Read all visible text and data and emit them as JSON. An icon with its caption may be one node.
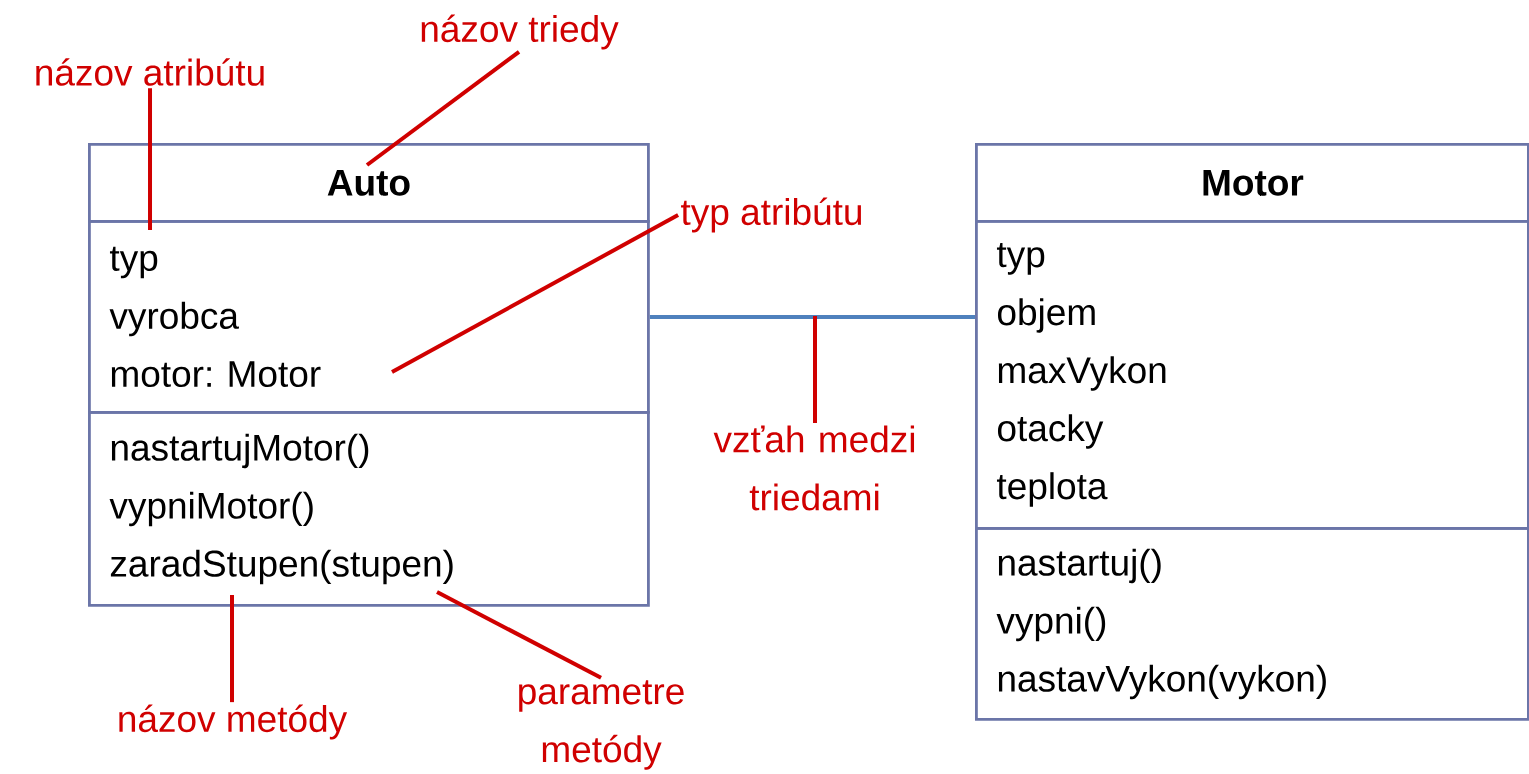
{
  "diagram": {
    "nodes": [
      {
        "text": [
          "Auto"
        ]
      },
      {
        "text": [
          "typ",
          "vyrobca",
          "motor: Motor"
        ]
      },
      {
        "text": [
          "nastartujMotor()",
          "vypniMotor()",
          "zaradStupen(stupen)"
        ]
      },
      {
        "text": [
          "Motor"
        ]
      },
      {
        "text": [
          "typ",
          "objem",
          "maxVykon",
          "otacky",
          "teplota"
        ]
      },
      {
        "text": [
          "nastartuj()",
          "vypni()",
          "nastavVykon(vykon)"
        ]
      },
      {
        "text": [
          "názov triedy"
        ]
      },
      {
        "text": [
          "názov atribútu"
        ]
      },
      {
        "text": [
          "typ atribútu"
        ]
      },
      {
        "text": [
          "vzťah medzi triedami"
        ]
      },
      {
        "text": [
          "názov metódy"
        ]
      },
      {
        "text": [
          "parametre metódy"
        ]
      }
    ],
    "edges": [
      {
        "from": 1,
        "to": 4,
        "arrow": "none",
        "color": "#4f81bd"
      },
      {
        "from": 6,
        "to": 0,
        "arrow": "none"
      },
      {
        "from": 7,
        "to": 1,
        "arrow": "none"
      },
      {
        "from": 8,
        "to": 1,
        "arrow": "none"
      },
      {
        "from": 9,
        "to": null,
        "arrow": "none"
      },
      {
        "from": 10,
        "to": 2,
        "arrow": "none"
      },
      {
        "from": 11,
        "to": 2,
        "arrow": "none"
      }
    ]
  }
}
